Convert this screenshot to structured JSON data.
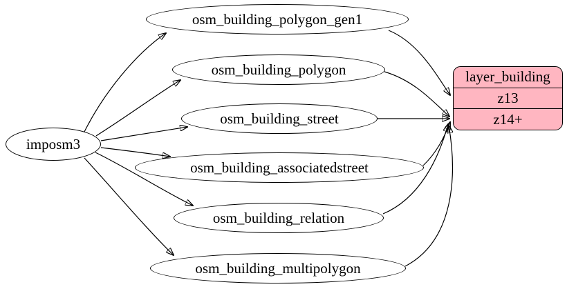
{
  "diagram": {
    "type": "etl-graph",
    "background": "#ffffff",
    "edge_color": "#000000",
    "text_color": "#000000",
    "source_node": {
      "label": "imposm3",
      "shape": "ellipse",
      "fill": "#ffffff"
    },
    "table_nodes": [
      {
        "label": "osm_building_polygon_gen1",
        "shape": "ellipse",
        "fill": "#ffffff"
      },
      {
        "label": "osm_building_polygon",
        "shape": "ellipse",
        "fill": "#ffffff"
      },
      {
        "label": "osm_building_street",
        "shape": "ellipse",
        "fill": "#ffffff"
      },
      {
        "label": "osm_building_associatedstreet",
        "shape": "ellipse",
        "fill": "#ffffff"
      },
      {
        "label": "osm_building_relation",
        "shape": "ellipse",
        "fill": "#ffffff"
      },
      {
        "label": "osm_building_multipolygon",
        "shape": "ellipse",
        "fill": "#ffffff"
      }
    ],
    "layer_node": {
      "title": "layer_building",
      "rows": [
        "z13",
        "z14+"
      ],
      "fill": "#ffb6c1",
      "border_color": "#000000",
      "shape": "rounded-record"
    },
    "edges": [
      {
        "from": "imposm3",
        "to": "osm_building_polygon_gen1"
      },
      {
        "from": "imposm3",
        "to": "osm_building_polygon"
      },
      {
        "from": "imposm3",
        "to": "osm_building_street"
      },
      {
        "from": "imposm3",
        "to": "osm_building_associatedstreet"
      },
      {
        "from": "imposm3",
        "to": "osm_building_relation"
      },
      {
        "from": "imposm3",
        "to": "osm_building_multipolygon"
      },
      {
        "from": "osm_building_polygon_gen1",
        "to": "layer_building.z13"
      },
      {
        "from": "osm_building_polygon",
        "to": "layer_building.z14+"
      },
      {
        "from": "osm_building_street",
        "to": "layer_building.z14+"
      },
      {
        "from": "osm_building_associatedstreet",
        "to": "layer_building.z14+"
      },
      {
        "from": "osm_building_relation",
        "to": "layer_building.z14+"
      },
      {
        "from": "osm_building_multipolygon",
        "to": "layer_building.z14+"
      }
    ]
  }
}
